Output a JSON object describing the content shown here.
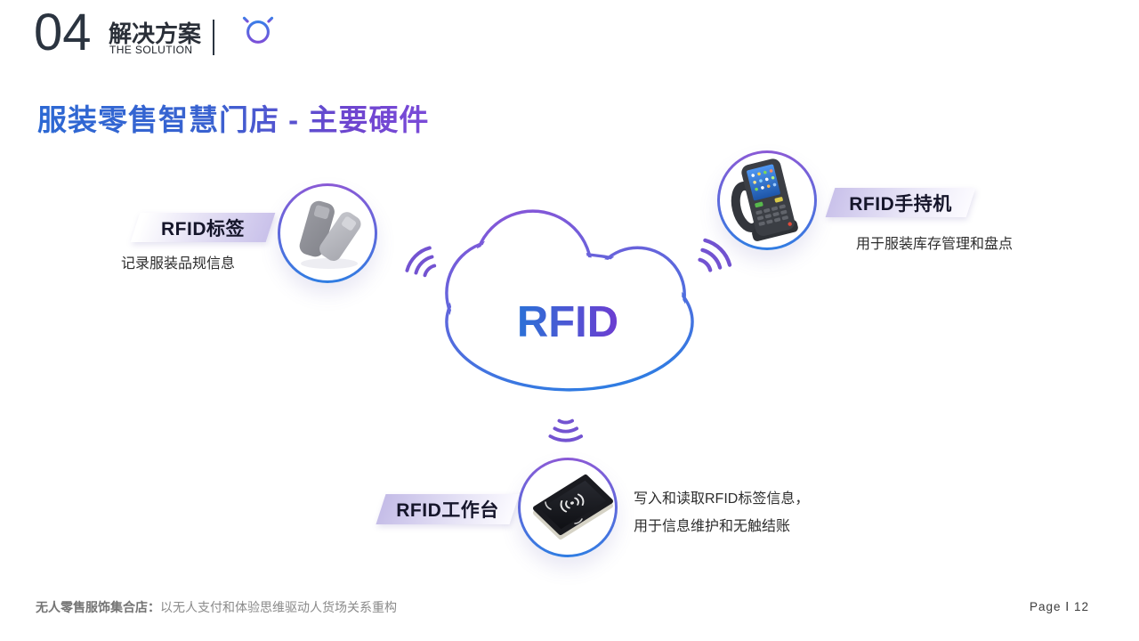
{
  "header": {
    "number": "04",
    "title_cn": "解决方案",
    "title_en": "THE SOLUTION"
  },
  "page_title": "服装零售智慧门店 - 主要硬件",
  "cloud": {
    "label": "RFID"
  },
  "hardware": {
    "tags": {
      "label": "RFID标签",
      "desc": "记录服装品规信息"
    },
    "handheld": {
      "label": "RFID手持机",
      "desc": "用于服装库存管理和盘点"
    },
    "workstation": {
      "label": "RFID工作台",
      "desc_line1": "写入和读取RFID标签信息，",
      "desc_line2": "用于信息维护和无触结账"
    }
  },
  "icons": {
    "lightbulb": "lightbulb-icon",
    "wifi": "wifi-signal-icon"
  },
  "footer": {
    "brand_bold": "无人零售服饰集合店：",
    "brand_text": "以无人支付和体验思维驱动人货场关系重构",
    "page_label": "Page Ⅰ 12"
  },
  "colors": {
    "accent-blue": "#2f6fd6",
    "accent-purple": "#7a4bd8",
    "header-dark": "#2b3440",
    "label-lavender": "#c9c1ea",
    "wifi-purple": "#7353d1",
    "footer-gray": "#8a8a8a"
  }
}
